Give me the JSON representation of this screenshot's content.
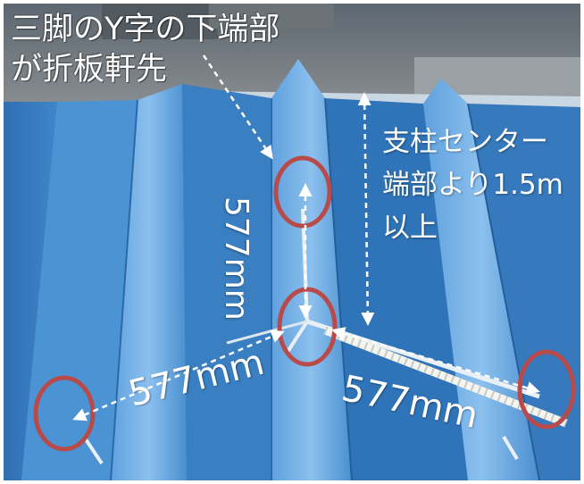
{
  "caption": {
    "top_line_1": "三脚のY字の下端部",
    "top_line_2": "が折板軒先",
    "right_line_1": "支柱センター",
    "right_line_2": "端部より1.5m",
    "right_line_3": "以上"
  },
  "dimensions": {
    "vertical": "577mm",
    "left": "577mm",
    "right": "577mm"
  },
  "colors": {
    "roof_blue": "#3f86c9",
    "highlight_circle": "#b84a4a",
    "annotation": "#ffffff"
  }
}
